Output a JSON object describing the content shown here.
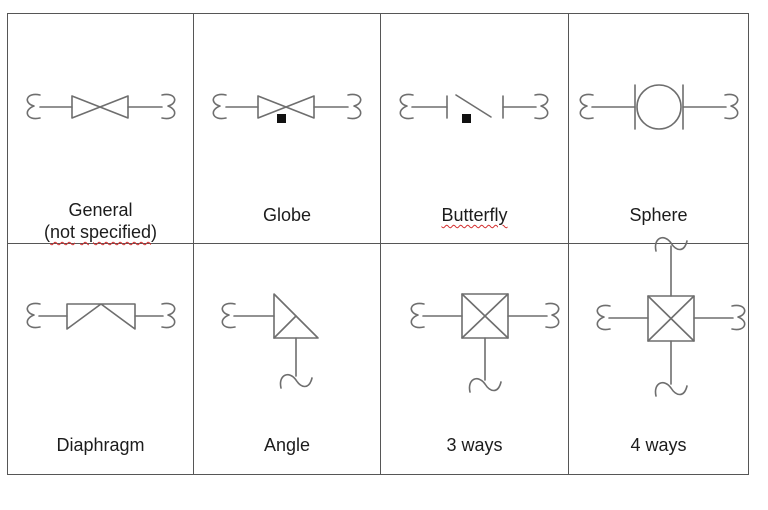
{
  "table": {
    "description": "valve-symbol-reference-grid",
    "colors": {
      "border": "#565656",
      "symbol_stroke": "#6e6e6e",
      "solid_square": "#111111",
      "text": "#1c1c1c",
      "spellcheck_underline": "#d22c2c"
    },
    "cells": [
      {
        "symbol": "general-valve-symbol",
        "label": "General",
        "label2_open": "(",
        "label2_word1": "not",
        "label2_space": " ",
        "label2_word2": "specified",
        "label2_close": ")"
      },
      {
        "symbol": "globe-valve-symbol",
        "label": "Globe"
      },
      {
        "symbol": "butterfly-valve-symbol",
        "label": "Butterfly"
      },
      {
        "symbol": "sphere-valve-symbol",
        "label": "Sphere"
      },
      {
        "symbol": "diaphragm-valve-symbol",
        "label": "Diaphragm"
      },
      {
        "symbol": "angle-valve-symbol",
        "label": "Angle"
      },
      {
        "symbol": "three-way-valve-symbol",
        "label": "3 ways"
      },
      {
        "symbol": "four-way-valve-symbol",
        "label": "4 ways"
      }
    ]
  }
}
